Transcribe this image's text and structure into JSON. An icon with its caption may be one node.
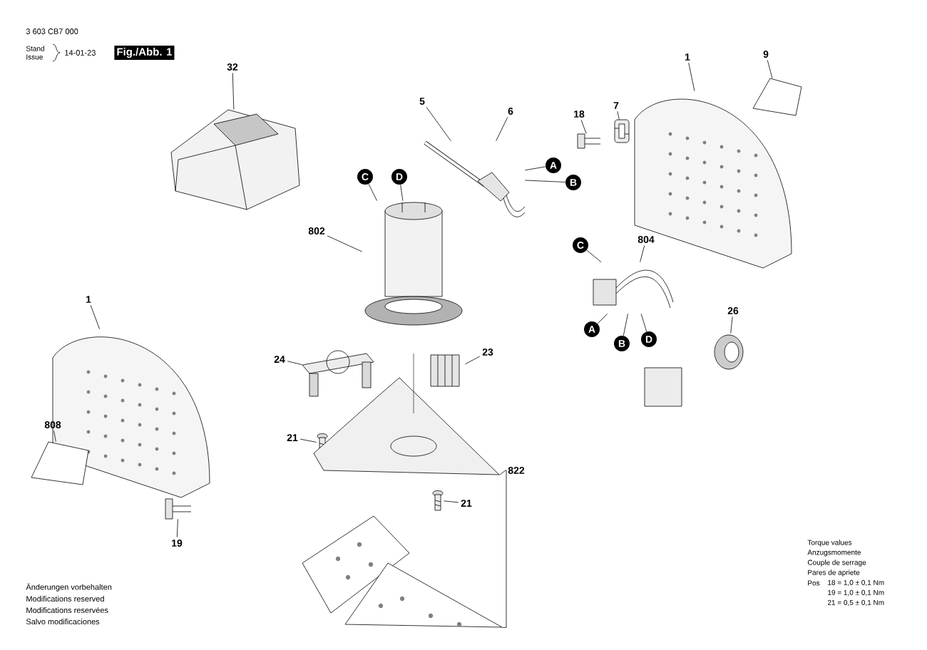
{
  "diagram": {
    "nodes": [
      {
        "text": [
          "32"
        ]
      },
      {
        "text": [],
        "shape": "picture"
      },
      {
        "text": [
          "5"
        ]
      },
      {
        "text": [
          "6"
        ]
      },
      {
        "text": [],
        "shape": "picture"
      },
      {
        "text": [
          "A"
        ]
      },
      {
        "text": [
          "B"
        ]
      },
      {
        "text": [
          "18"
        ]
      },
      {
        "text": [],
        "shape": "picture"
      },
      {
        "text": [
          "7"
        ]
      },
      {
        "text": [],
        "shape": "picture"
      },
      {
        "text": [
          "1"
        ]
      },
      {
        "text": [],
        "shape": "picture"
      },
      {
        "text": [
          "9"
        ]
      },
      {
        "text": [],
        "shape": "picture"
      },
      {
        "text": [
          "C"
        ]
      },
      {
        "text": [
          "D"
        ]
      },
      {
        "text": [
          "802"
        ]
      },
      {
        "text": [],
        "shape": "picture"
      },
      {
        "text": [
          "C"
        ]
      },
      {
        "text": [
          "804"
        ]
      },
      {
        "text": [],
        "shape": "picture"
      },
      {
        "text": [
          "D"
        ]
      },
      {
        "text": [
          "A"
        ]
      },
      {
        "text": [
          "B"
        ]
      },
      {
        "text": [
          "26"
        ]
      },
      {
        "text": [],
        "shape": "picture"
      },
      {
        "text": [
          "1"
        ]
      },
      {
        "text": [],
        "shape": "picture"
      },
      {
        "text": [
          "808"
        ]
      },
      {
        "text": [],
        "shape": "picture"
      },
      {
        "text": [
          "19"
        ]
      },
      {
        "text": [],
        "shape": "picture"
      },
      {
        "text": [
          "24"
        ]
      },
      {
        "text": [],
        "shape": "picture"
      },
      {
        "text": [
          "23"
        ]
      },
      {
        "text": [],
        "shape": "picture"
      },
      {
        "text": [
          "21"
        ]
      },
      {
        "text": [],
        "shape": "picture"
      },
      {
        "text": [
          "21"
        ]
      },
      {
        "text": [],
        "shape": "picture"
      },
      {
        "text": [
          "822"
        ]
      },
      {
        "text": [],
        "shape": "picture"
      },
      {
        "text": [],
        "shape": "picture"
      }
    ],
    "edges": [
      {
        "from": 0,
        "to": 1,
        "arrow": "none"
      },
      {
        "from": 2,
        "to": 4,
        "arrow": "none"
      },
      {
        "from": 3,
        "to": 4,
        "arrow": "none"
      },
      {
        "from": 5,
        "to": 4,
        "arrow": "none"
      },
      {
        "from": 6,
        "to": 4,
        "arrow": "none"
      },
      {
        "from": 7,
        "to": 8,
        "arrow": "none"
      },
      {
        "from": 9,
        "to": 10,
        "arrow": "none"
      },
      {
        "from": 11,
        "to": 12,
        "arrow": "none"
      },
      {
        "from": 13,
        "to": 14,
        "arrow": "none"
      },
      {
        "from": 15,
        "to": 18,
        "arrow": "none"
      },
      {
        "from": 16,
        "to": 18,
        "arrow": "none"
      },
      {
        "from": 17,
        "to": 18,
        "arrow": "none"
      },
      {
        "from": 19,
        "to": 21,
        "arrow": "none"
      },
      {
        "from": 20,
        "to": 21,
        "arrow": "none"
      },
      {
        "from": 22,
        "to": 21,
        "arrow": "none"
      },
      {
        "from": 23,
        "to": 21,
        "arrow": "none"
      },
      {
        "from": 24,
        "to": 21,
        "arrow": "none"
      },
      {
        "from": 25,
        "to": 26,
        "arrow": "none"
      },
      {
        "from": 27,
        "to": 28,
        "arrow": "none"
      },
      {
        "from": 29,
        "to": 30,
        "arrow": "none"
      },
      {
        "from": 31,
        "to": 32,
        "arrow": "none"
      },
      {
        "from": 33,
        "to": 34,
        "arrow": "none"
      },
      {
        "from": 35,
        "to": 36,
        "arrow": "none"
      },
      {
        "from": 37,
        "to": 38,
        "arrow": "none"
      },
      {
        "from": 39,
        "to": 40,
        "arrow": "none"
      },
      {
        "from": 41,
        "to": 42,
        "arrow": "none"
      },
      {
        "from": 41,
        "to": 43,
        "arrow": "none"
      }
    ],
    "labels": [
      "3 603 CB7 000",
      "Stand",
      "Issue",
      "14-01-23",
      "Fig./Abb. 1",
      "Änderungen vorbehalten",
      "Modifications reserved",
      "Modifications reservées",
      "Salvo modificaciones",
      "Torque values",
      "Anzugsmomente",
      "Couple de serrage",
      "Pares de apriete",
      "Pos",
      "18 = 1,0 ± 0,1 Nm",
      "19 = 1,0 ± 0,1 Nm",
      "21 = 0,5 ± 0,1 Nm"
    ]
  }
}
